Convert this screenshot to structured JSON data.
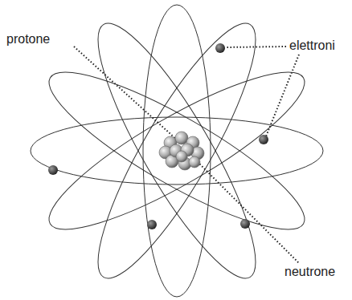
{
  "diagram": {
    "labels": [
      "protone",
      "elettroni",
      "neutrone"
    ]
  }
}
